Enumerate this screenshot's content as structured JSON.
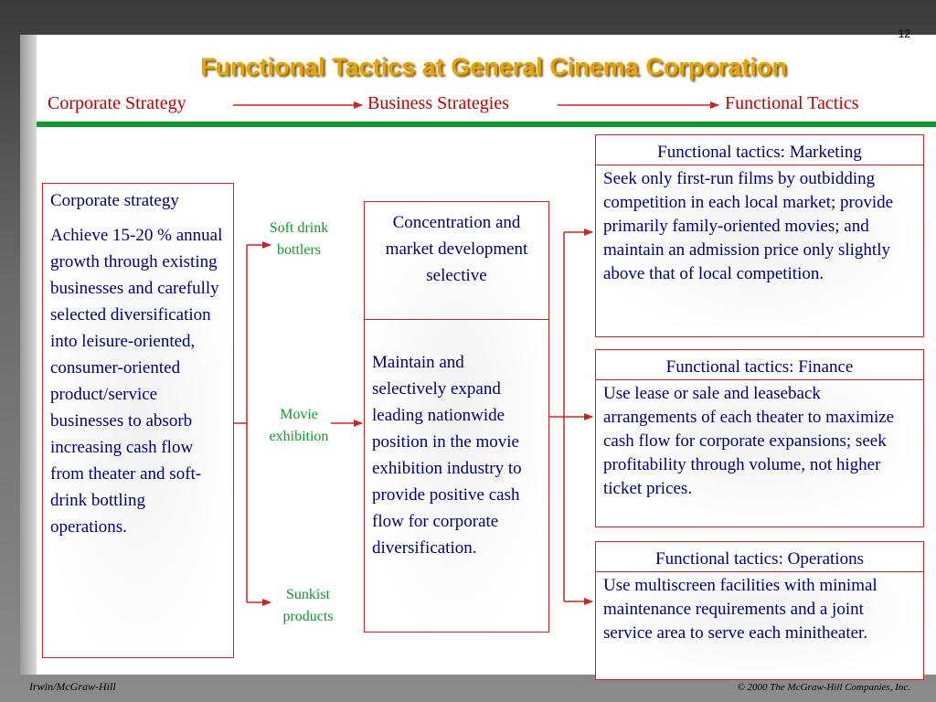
{
  "page_number": "12",
  "title": "Functional Tactics at General Cinema Corporation",
  "flow": {
    "corporate": "Corporate Strategy",
    "business": "Business Strategies",
    "functional": "Functional Tactics"
  },
  "corporate_box": {
    "header": "Corporate strategy",
    "body": "Achieve 15-20 % annual growth through existing businesses and carefully selected diversification into leisure-oriented, consumer-oriented product/service businesses to absorb increasing cash flow from theater and soft-drink bottling operations."
  },
  "businesses": {
    "soft_drink": "Soft drink bottlers",
    "movie": "Movie exhibition",
    "sunkist": "Sunkist products"
  },
  "business_box": {
    "header": "Concentration and market development selective",
    "body": "Maintain and selectively expand leading nationwide position in the movie exhibition industry to provide positive cash flow for corporate diversification."
  },
  "tactics": {
    "marketing": {
      "header": "Functional tactics: Marketing",
      "body": "Seek only first-run films by outbidding competition in each local market; provide primarily family-oriented movies; and maintain an admission price only slightly above that of local competition."
    },
    "finance": {
      "header": "Functional tactics: Finance",
      "body": "Use lease or sale and leaseback arrangements of each theater to maximize cash flow for corporate expansions; seek profitability through volume, not higher ticket prices."
    },
    "operations": {
      "header": "Functional tactics: Operations",
      "body": "Use multiscreen facilities with minimal maintenance requirements and a joint service area to serve each minitheater."
    }
  },
  "footer": {
    "left": "Irwin/McGraw-Hill",
    "right": "© 2000 The McGraw-Hill Companies, Inc."
  },
  "colors": {
    "title": "#e6a400",
    "box_border": "#d62020",
    "body_text": "#00007a",
    "business_label": "#0c9a2c",
    "rule": "#0c9a2c"
  }
}
